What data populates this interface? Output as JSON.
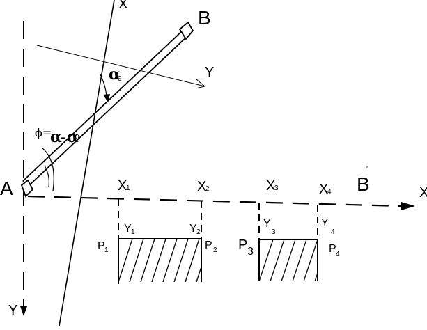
{
  "labels": {
    "A": "A",
    "B_rod": "B",
    "B_axis": "B",
    "X_rot": "X",
    "Y_rot": "Y",
    "X_axis": "X",
    "Y_axis": "Y",
    "alpha0_main": "α",
    "alpha0_sub": "0",
    "phi_sym": "ϕ=",
    "phi_alpha": "α",
    "phi_dash": "-",
    "phi_alpha0": "α",
    "phi_alpha0_sub": "0",
    "X1": "X",
    "X1_sub": "1",
    "X2": "X",
    "X2_sub": "2",
    "X3": "X",
    "X3_sub": "3",
    "X4": "X",
    "X4_sub": "4",
    "Y1": "Y",
    "Y1_sub": "1",
    "Y2": "Y",
    "Y2_sub": "2",
    "Y3": "Y",
    "Y3_sub": "3",
    "Y4": "Y",
    "Y4_sub": "4",
    "P1": "P",
    "P1_sub": "1",
    "P2": "P",
    "P2_sub": "2",
    "P3": "P",
    "P3_sub": "3",
    "P4": "P",
    "P4_sub": "4"
  },
  "colors": {
    "ink": "#000000",
    "paper": "#ffffff"
  }
}
